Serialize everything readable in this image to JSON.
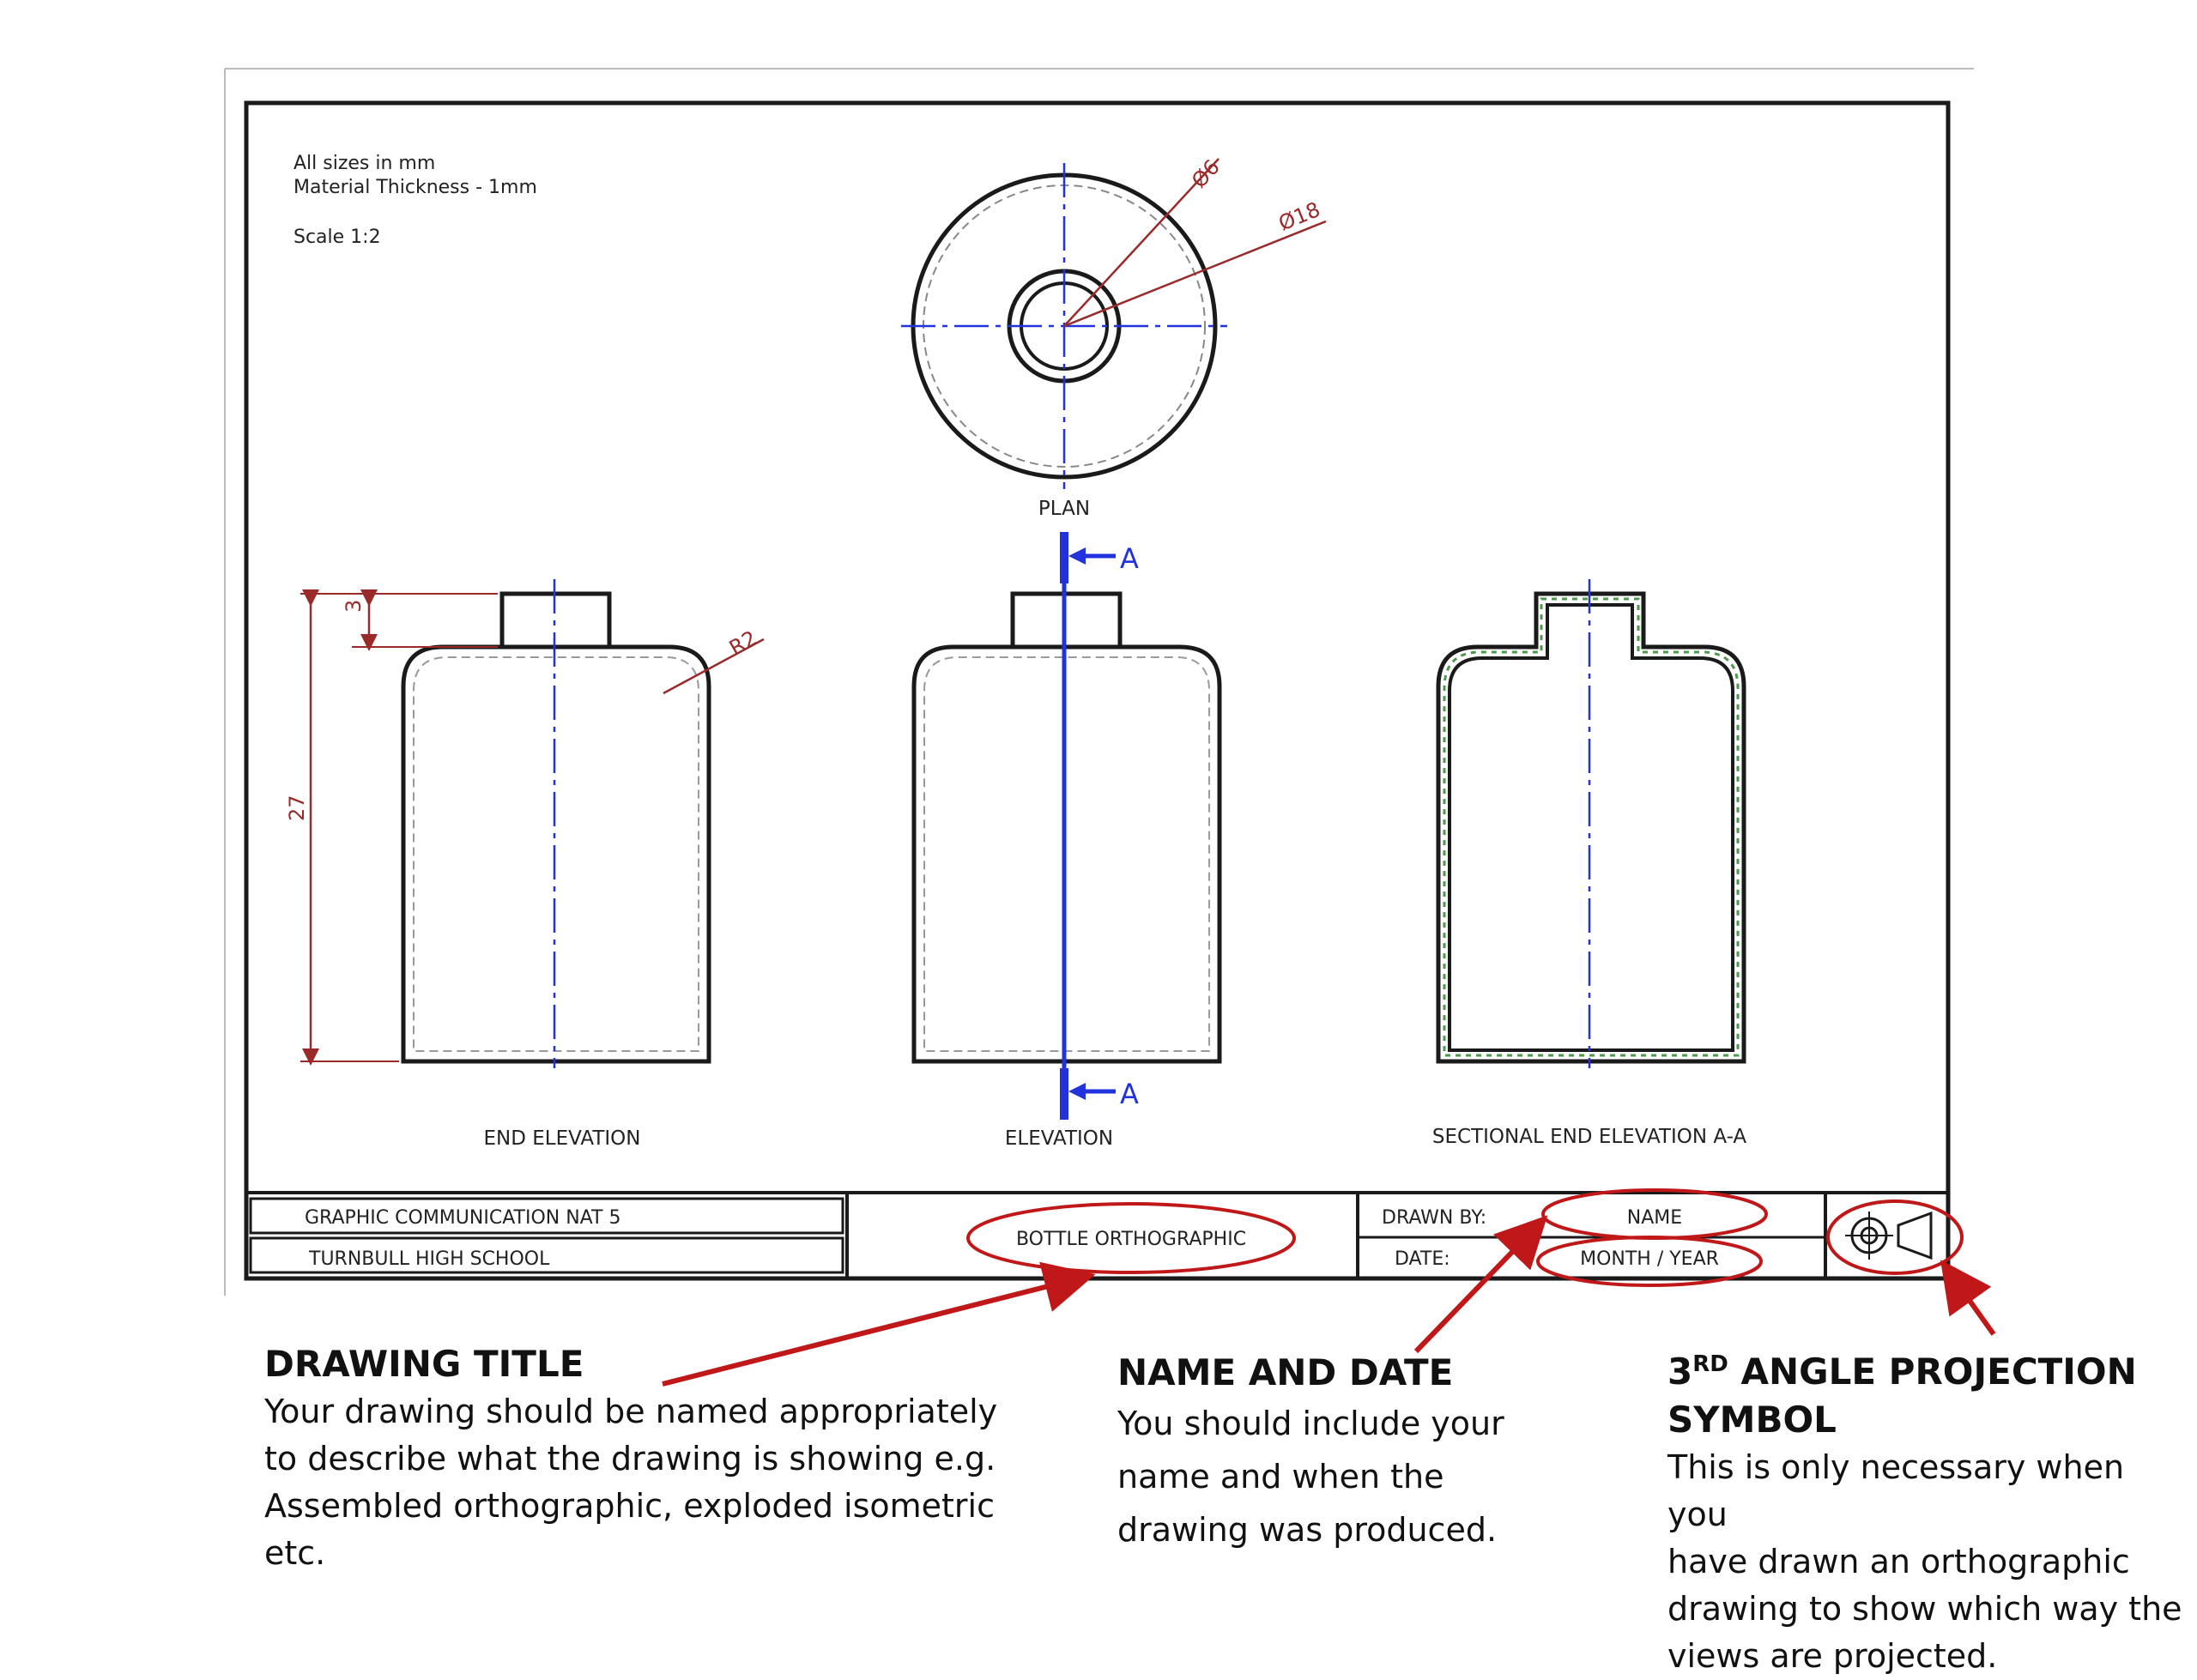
{
  "sheet": {
    "notes": {
      "sizes": "All sizes in mm",
      "thickness": "Material Thickness - 1mm",
      "scale": "Scale 1:2"
    },
    "dimensions": {
      "small_dia": "Ø6",
      "large_dia": "Ø18",
      "neck_height": "3",
      "body_height": "27",
      "radius": "R2"
    },
    "views": {
      "plan": "PLAN",
      "end_elevation": "END ELEVATION",
      "elevation": "ELEVATION",
      "sectional": "SECTIONAL END ELEVATION A-A"
    },
    "section_marker": "A",
    "title_block": {
      "course": "GRAPHIC COMMUNICATION NAT 5",
      "school": "TURNBULL HIGH SCHOOL",
      "title": "BOTTLE ORTHOGRAPHIC",
      "drawn_by_label": "DRAWN BY:",
      "drawn_by_value": "NAME",
      "date_label": "DATE:",
      "date_value": "MONTH / YEAR"
    }
  },
  "annotations": {
    "drawing_title": {
      "heading": "DRAWING TITLE",
      "body": "Your drawing should be named appropriately\nto describe what the drawing is showing e.g.\nAssembled orthographic, exploded isometric\netc."
    },
    "name_date": {
      "heading": "NAME AND DATE",
      "body": "You should include your\nname and when the\ndrawing was produced."
    },
    "projection": {
      "heading_number": "3",
      "heading_sup": "RD",
      "heading_rest": " ANGLE PROJECTION",
      "heading_line2": "SYMBOL",
      "body": "This is only necessary when you\nhave drawn an orthographic\ndrawing to show which way the\nviews are projected."
    }
  },
  "colors": {
    "outline": "#1a1a1a",
    "centerline": "#2233dd",
    "dimension": "#9a2a2a",
    "callout": "#c01818",
    "section_fill": "#4a9a4a"
  }
}
